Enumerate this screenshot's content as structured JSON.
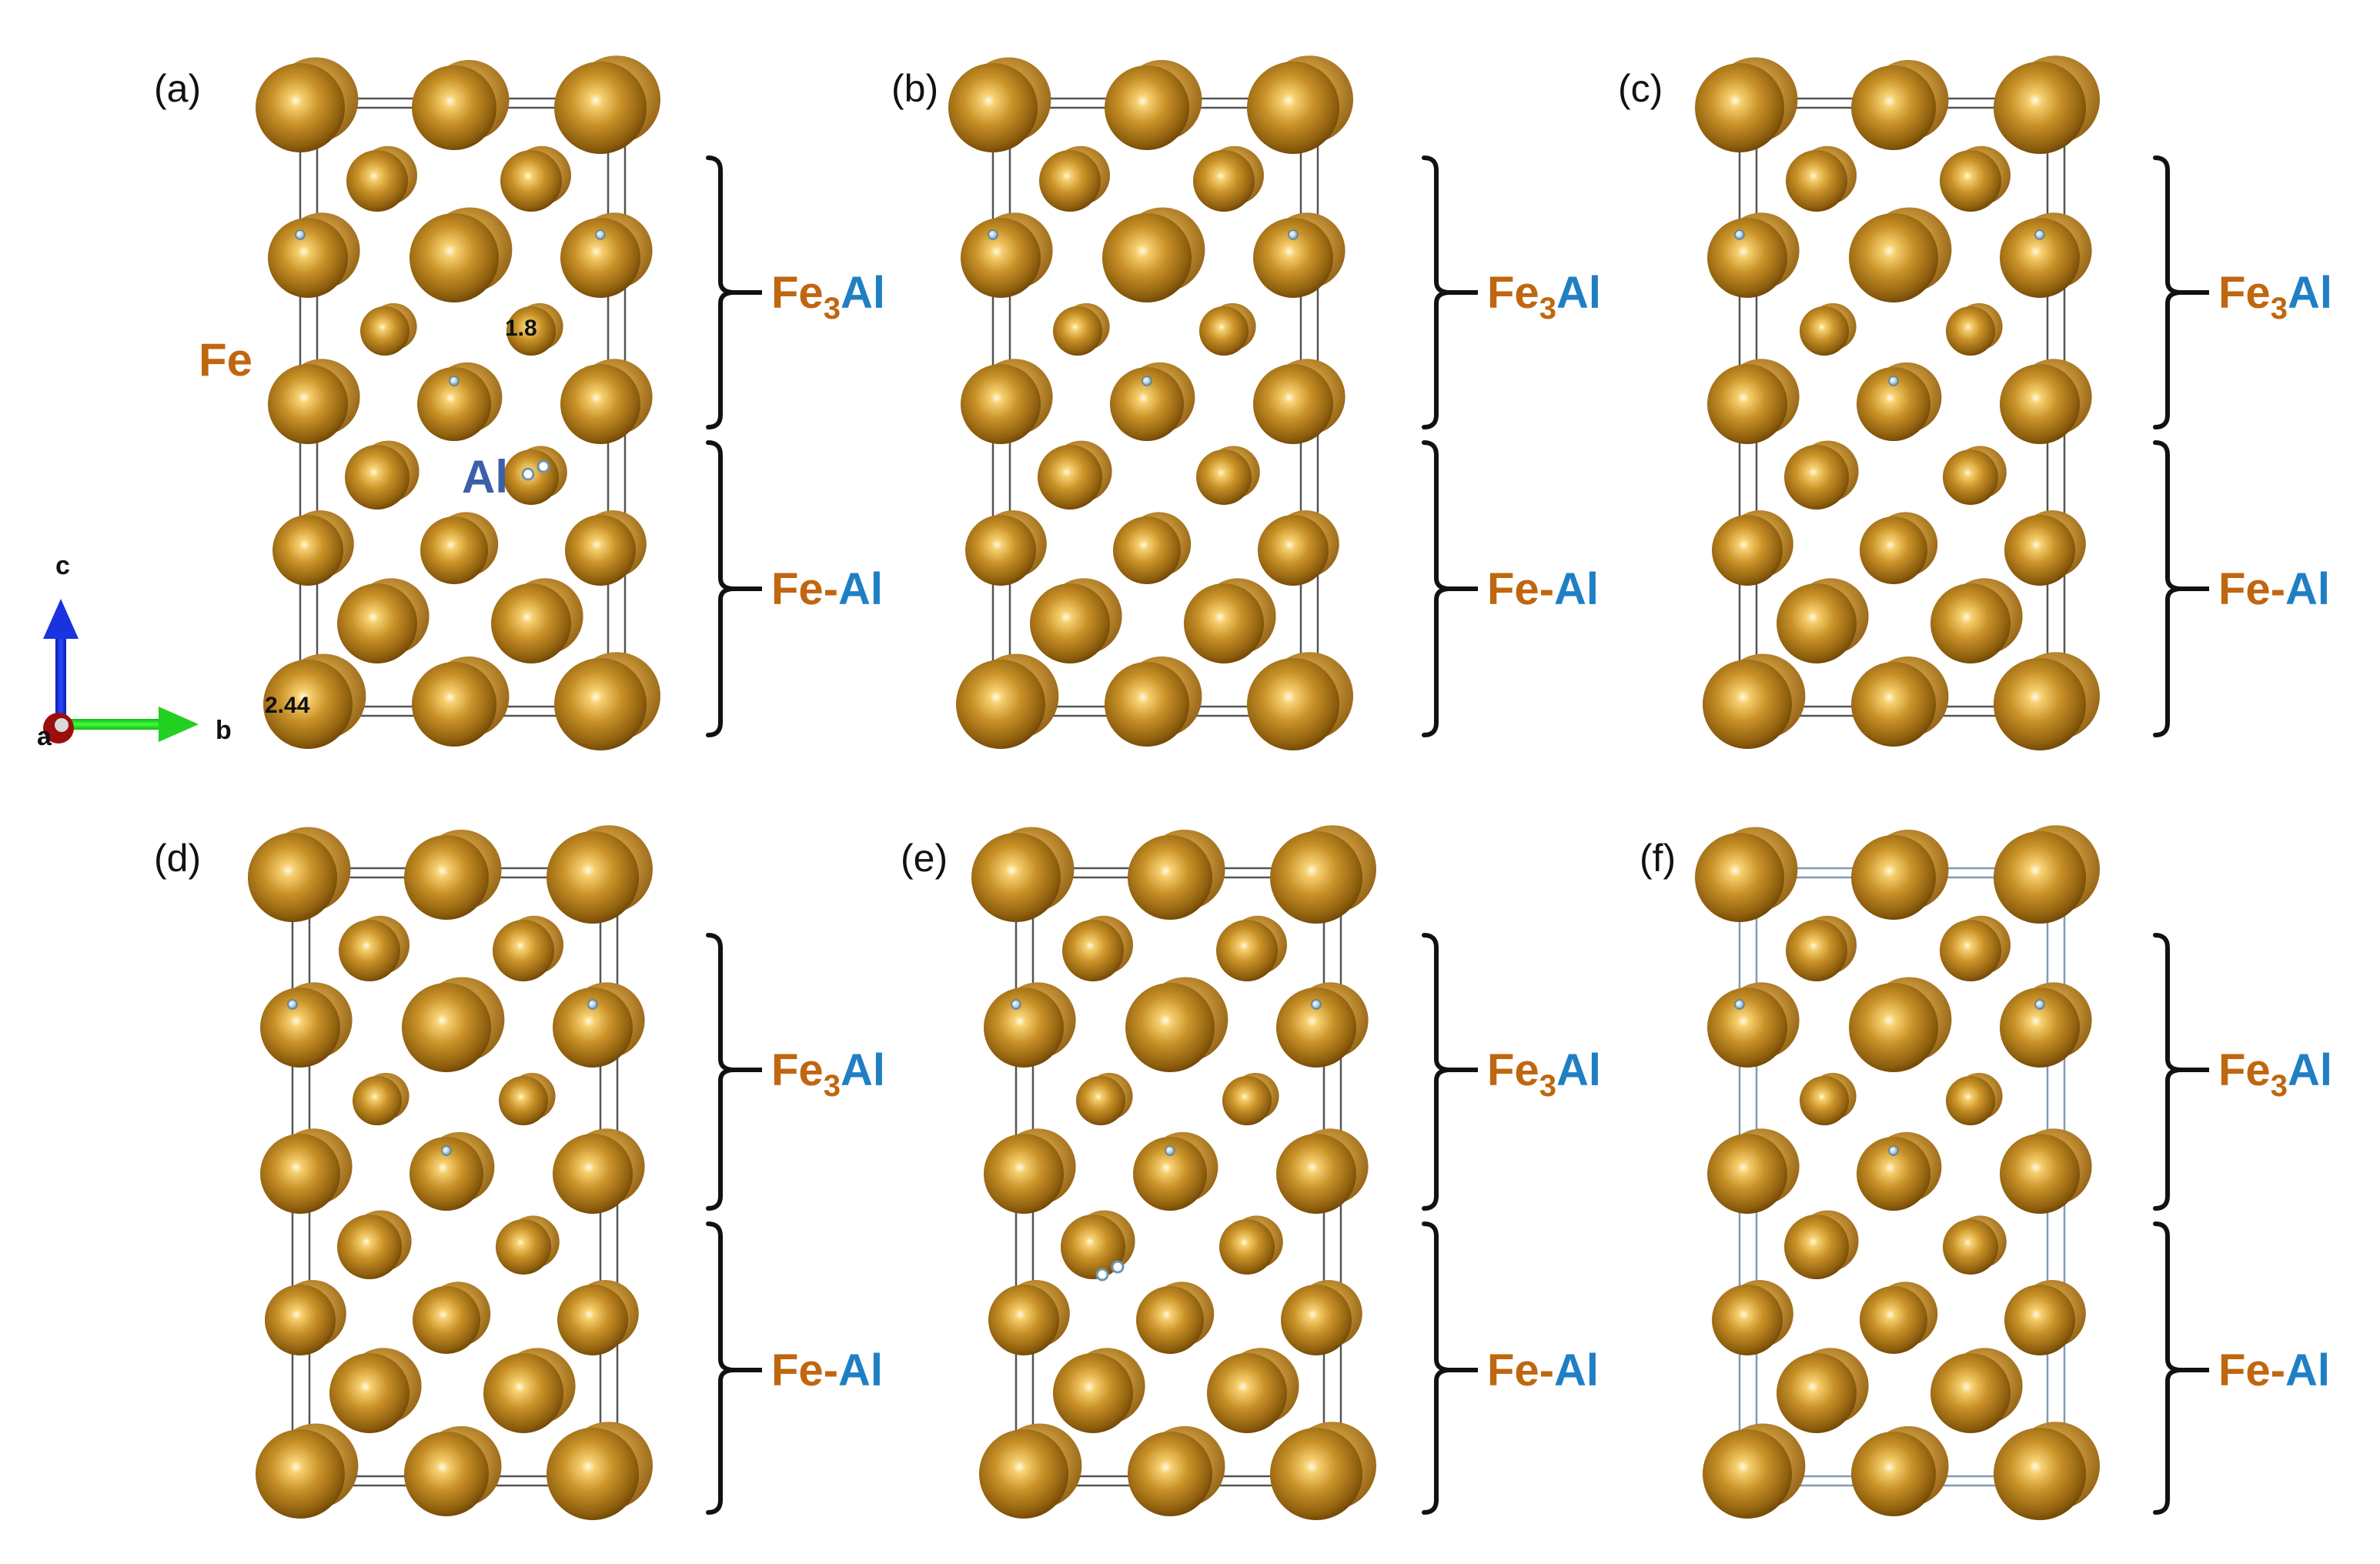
{
  "colors": {
    "fe_atom": "#b8862c",
    "fe_text": "#c0660f",
    "al_text": "#1f7fc4",
    "al_label": "#3b5fa8",
    "al_atom": "#9ec3dc"
  },
  "element_labels": {
    "fe": "Fe",
    "al": "Al"
  },
  "distances": {
    "fe_al": "1.8",
    "fe_fe": "2.44"
  },
  "axes": {
    "c": "c",
    "b": "b",
    "a": "a"
  },
  "phase_labels": {
    "fe3al": {
      "fe": "Fe",
      "sub": "3",
      "al": "Al"
    },
    "feal": {
      "fe": "Fe",
      "dash": "-",
      "al": "Al"
    }
  },
  "panels": [
    {
      "label": "(a)"
    },
    {
      "label": "(b)"
    },
    {
      "label": "(c)"
    },
    {
      "label": "(d)"
    },
    {
      "label": "(e)"
    },
    {
      "label": "(f)"
    }
  ]
}
